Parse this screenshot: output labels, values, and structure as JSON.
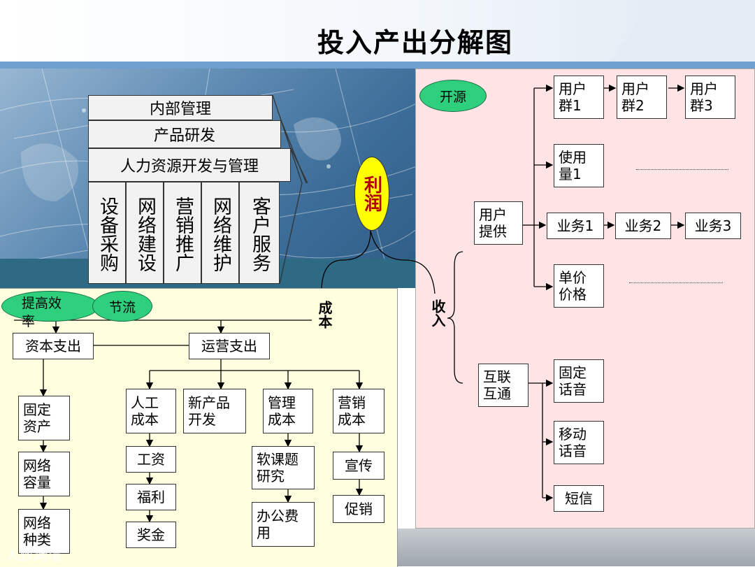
{
  "title": "投入产出分解图",
  "profit": "利润",
  "cost_label": "成本",
  "revenue_label": "收入",
  "watermark": "人数跨境",
  "ovals": {
    "kaiyuan": "开源",
    "efficiency": "提高效率",
    "jieliu": "节流"
  },
  "management_stack": {
    "rows": [
      "内部管理",
      "产品研发",
      "人力资源开发与管理"
    ],
    "columns": [
      "设备采购",
      "网络建设",
      "营销推广",
      "网络维护",
      "客户服务"
    ]
  },
  "revenue": {
    "user_provided": "用户提供",
    "user_groups": [
      "用户群1",
      "用户群2",
      "用户群3"
    ],
    "usage": "使用量1",
    "services": [
      "业务1",
      "业务2",
      "业务3"
    ],
    "unit_price": "单价价格",
    "interconnect": "互联互通",
    "interconnect_items": [
      "固定话音",
      "移动话音",
      "短信"
    ]
  },
  "cost": {
    "capital": "资本支出",
    "operating": "运营支出",
    "capital_chain": [
      "固定资产",
      "网络容量",
      "网络种类"
    ],
    "labor": "人工成本",
    "labor_items": [
      "工资",
      "福利",
      "奖金"
    ],
    "new_product": "新产品开发",
    "management": "管理成本",
    "management_items": [
      "软课题研究",
      "办公费用"
    ],
    "marketing": "营销成本",
    "marketing_items": [
      "宣传",
      "促销"
    ]
  },
  "colors": {
    "oval_green": "#2fd07d",
    "profit_yellow": "#ffff00",
    "profit_text": "#b00000",
    "cost_bg": "#ffffe0",
    "revenue_bg": "#ffe4e6",
    "title_bar": "#6f9fcf"
  }
}
